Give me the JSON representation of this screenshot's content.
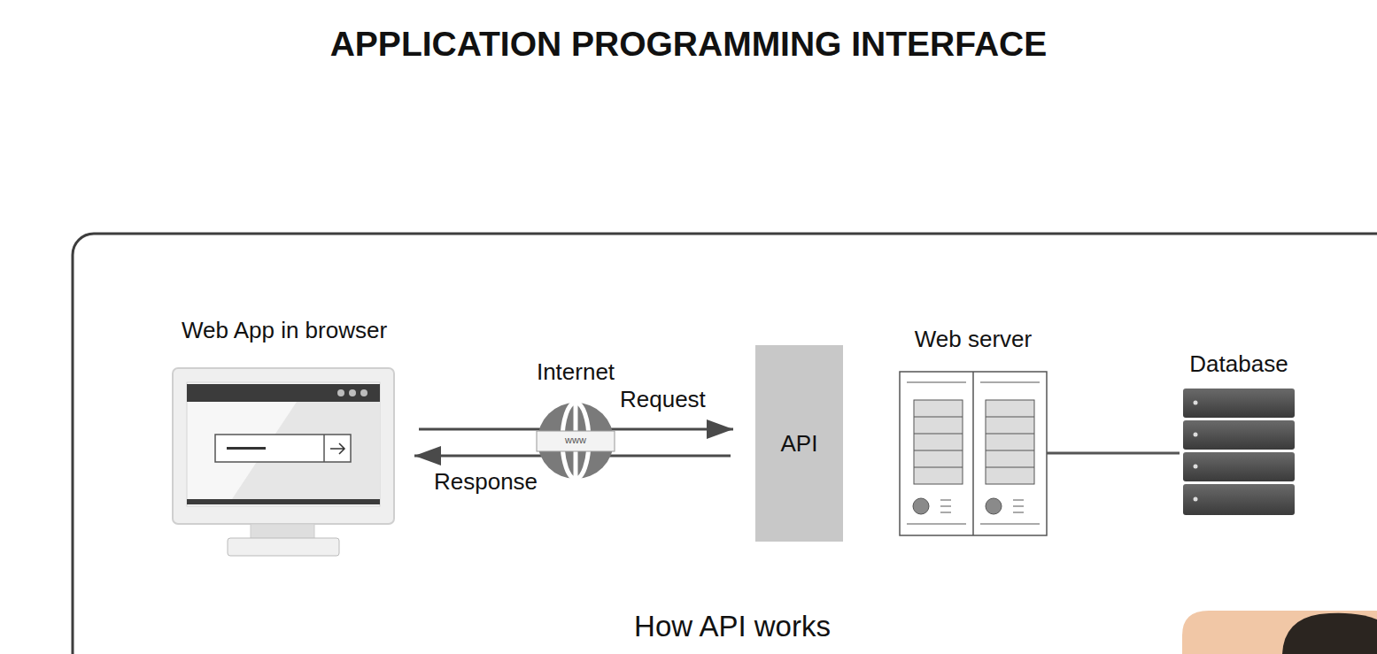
{
  "diagram": {
    "title": "APPLICATION PROGRAMMING INTERFACE",
    "caption": "How API works",
    "nodes": [
      {
        "text": [
          "Web App in browser"
        ]
      },
      {
        "text": [
          "API"
        ]
      },
      {
        "text": [
          "Web server"
        ]
      },
      {
        "text": [
          "Database"
        ]
      }
    ],
    "edges": [
      {
        "from": 0,
        "to": 1,
        "label": "Request",
        "arrow": "to"
      },
      {
        "from": 1,
        "to": 0,
        "label": "Response",
        "arrow": "to"
      },
      {
        "from": 2,
        "to": 3,
        "arrow": "none"
      }
    ],
    "labels": [
      "Internet",
      "www"
    ]
  }
}
